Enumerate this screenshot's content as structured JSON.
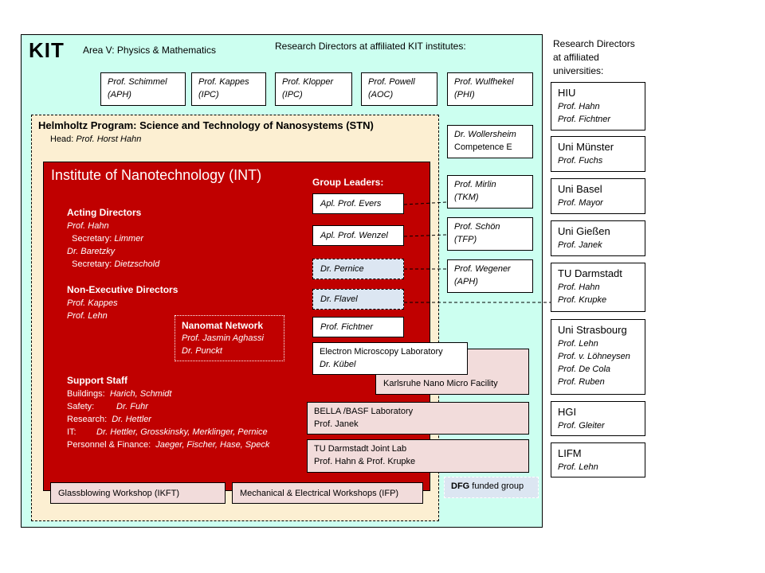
{
  "colors": {
    "area_bg": "#ccfff0",
    "stn_bg": "#fcefd2",
    "int_red": "#c00000",
    "pink": "#f2dcdb",
    "light_blue": "#dce6f2"
  },
  "kit": {
    "logo": "KIT",
    "area": "Area V: Physics & Mathematics",
    "research_directors_title": "Research Directors at affiliated KIT institutes:"
  },
  "kit_institutes": [
    {
      "name": "Prof. Schimmel",
      "inst": "(APH)"
    },
    {
      "name": "Prof. Kappes",
      "inst": "(IPC)"
    },
    {
      "name": "Prof. Klopper",
      "inst": "(IPC)"
    },
    {
      "name": "Prof. Powell",
      "inst": "(AOC)"
    },
    {
      "name": "Prof. Wulfhekel",
      "inst": "(PHI)"
    }
  ],
  "universities_title": [
    "Research Directors",
    "at affiliated",
    "universities:"
  ],
  "universities": [
    {
      "name": "HIU",
      "people": [
        "Prof. Hahn",
        "Prof. Fichtner"
      ]
    },
    {
      "name": "Uni Münster",
      "people": [
        "Prof. Fuchs"
      ]
    },
    {
      "name": "Uni Basel",
      "people": [
        "Prof. Mayor"
      ]
    },
    {
      "name": "Uni Gießen",
      "people": [
        "Prof.  Janek"
      ]
    },
    {
      "name": "TU Darmstadt",
      "people": [
        "Prof. Hahn",
        "Prof. Krupke"
      ]
    },
    {
      "name": "Uni Strasbourg",
      "people": [
        "Prof.  Lehn",
        "Prof. v. Löhneysen",
        "Prof. De Cola",
        "Prof. Ruben"
      ]
    },
    {
      "name": "HGI",
      "people": [
        "Prof. Gleiter"
      ]
    },
    {
      "name": "LIFM",
      "people": [
        "Prof. Lehn"
      ]
    }
  ],
  "stn": {
    "title": "Helmholtz Program:  Science and Technology of Nanosystems (STN)",
    "head_label": "Head:",
    "head_name": "Prof. Horst Hahn"
  },
  "competence": {
    "line1": "Dr. Wollersheim",
    "line2": "Competence  E"
  },
  "int": {
    "title": "Institute of Nanotechnology  (INT)",
    "acting_directors_title": "Acting Directors",
    "acting": {
      "d1": "Prof. Hahn",
      "sec1_label": "Secretary:",
      "sec1_name": "Limmer",
      "d2": "Dr. Baretzky",
      "sec2_label": "Secretary:",
      "sec2_name": "Dietzschold"
    },
    "nonexec_title": "Non-Executive Directors",
    "nonexec": [
      "Prof. Kappes",
      "Prof. Lehn"
    ],
    "nanomat": {
      "title": "Nanomat Network",
      "p1": "Prof. Jasmin Aghassi",
      "p2": "Dr. Punckt"
    },
    "support_title": "Support Staff",
    "support": [
      {
        "label": "Buildings:",
        "value": "Harich, Schmidt"
      },
      {
        "label": "Safety:",
        "value": "Dr. Fuhr"
      },
      {
        "label": "Research:",
        "value": "Dr. Hettler"
      },
      {
        "label": "IT:",
        "value": "Dr. Hettler,  Grosskinsky,  Merklinger,  Pernice"
      },
      {
        "label": "Personnel & Finance:",
        "value": "Jaeger,  Fischer,  Hase,  Speck"
      }
    ],
    "group_leaders_title": "Group Leaders:",
    "group_leaders": [
      "Apl. Prof. Evers",
      "Apl. Prof. Wenzel",
      "Dr. Pernice",
      "Dr. Flavel",
      "Prof. Fichtner"
    ]
  },
  "partners": [
    {
      "name": "Prof. Mirlin",
      "inst": "(TKM)"
    },
    {
      "name": "Prof. Schön",
      "inst": "(TFP)"
    },
    {
      "name": "Prof. Wegener",
      "inst": "(APH)"
    }
  ],
  "labs": {
    "em_title": "Electron Microscopy Laboratory",
    "em_person": "Dr. Kübel",
    "knmf": "Karlsruhe Nano Micro Facility",
    "bella_title": "BELLA  /BASF Laboratory",
    "bella_person": "Prof. Janek",
    "tud_title": "TU Darmstadt Joint Lab",
    "tud_person": "Prof. Hahn & Prof. Krupke"
  },
  "workshops": {
    "glass": "Glassblowing Workshop (IKFT)",
    "mech": "Mechanical & Electrical Workshops (IFP)"
  },
  "dfg": {
    "bold": "DFG",
    "rest": " funded group"
  }
}
